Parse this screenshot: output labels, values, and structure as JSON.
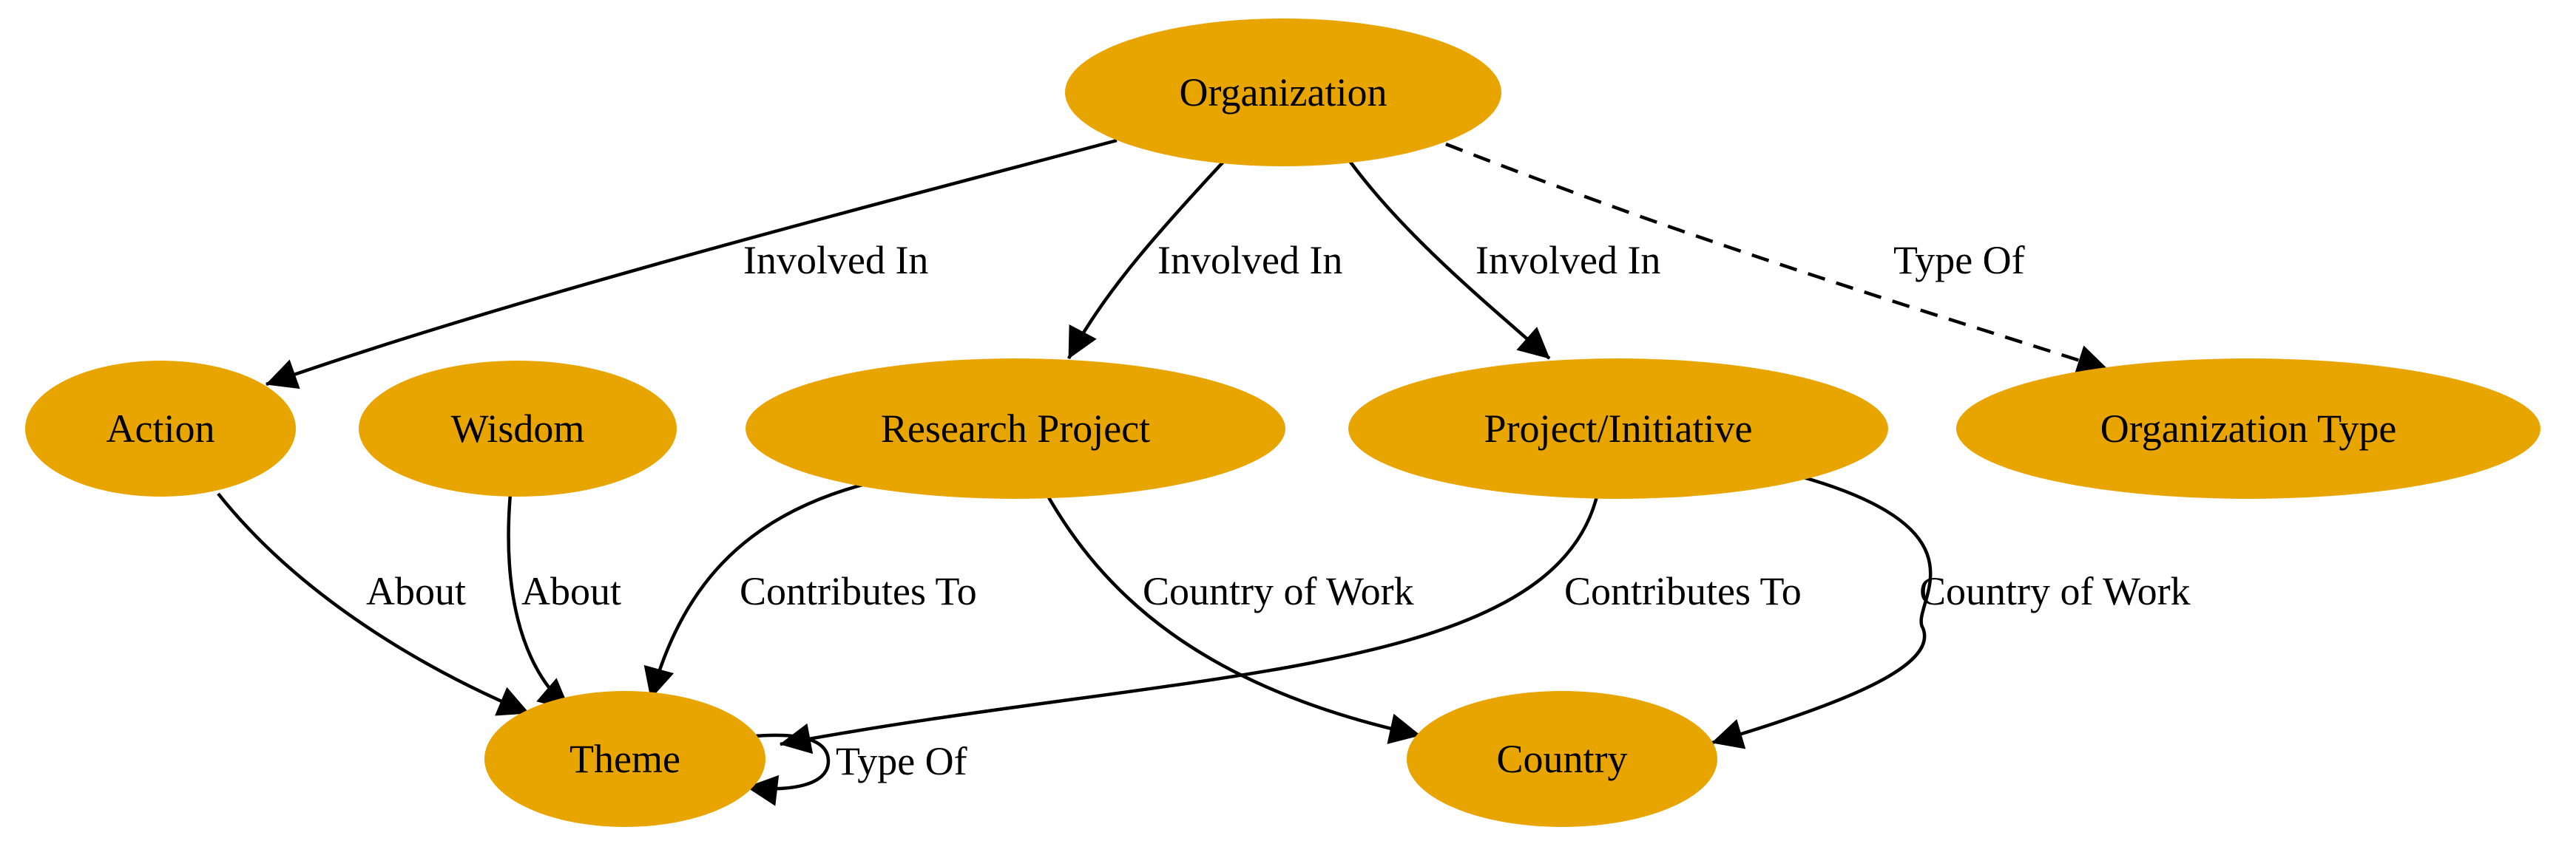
{
  "colors": {
    "node_fill": "#E8A500",
    "edge": "#000000",
    "background": "#FFFFFF"
  },
  "nodes": {
    "organization": "Organization",
    "action": "Action",
    "wisdom": "Wisdom",
    "research_project": "Research Project",
    "project_initiative": "Project/Initiative",
    "organization_type": "Organization Type",
    "theme": "Theme",
    "country": "Country"
  },
  "edges": {
    "org_action": "Involved In",
    "org_research": "Involved In",
    "org_project": "Involved In",
    "org_orgtype": "Type Of",
    "action_theme": "About",
    "wisdom_theme": "About",
    "research_theme": "Contributes To",
    "research_country": "Country of Work",
    "project_theme": "Contributes To",
    "project_country": "Country of Work",
    "theme_theme": "Type Of"
  }
}
